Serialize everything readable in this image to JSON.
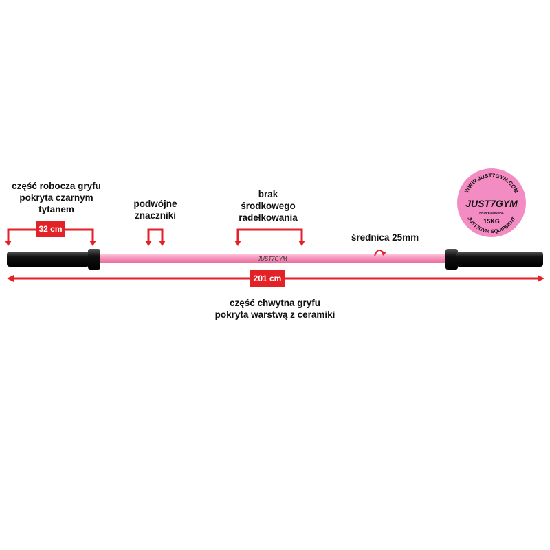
{
  "annotations": {
    "working_part": [
      "część robocza gryfu",
      "pokryta czarnym",
      "tytanem"
    ],
    "double_markers": [
      "podwójne",
      "znaczniki"
    ],
    "no_center_knurl": [
      "brak",
      "środkowego",
      "radełkowania"
    ],
    "diameter": "średnica 25mm",
    "grip_part": [
      "część chwytna gryfu",
      "pokryta warstwą z ceramiki"
    ]
  },
  "dimensions": {
    "sleeve_length": "32 cm",
    "total_length": "201 cm"
  },
  "logo": {
    "url": "WWW.JUST7GYM.COM",
    "brand": "JUST7GYM",
    "sub": "PROFESSIONAL",
    "weight": "15KG",
    "bottom": "JUST7GYM EQUIPMENT"
  },
  "colors": {
    "accent": "#e32228",
    "shaft": "#f490b8",
    "sleeve": "#1a1a1a",
    "logo_bg": "#f48cc4"
  }
}
